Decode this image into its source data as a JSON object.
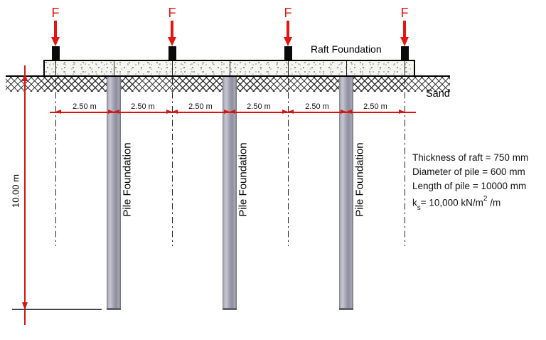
{
  "loads": {
    "labels": [
      "F",
      "F",
      "F",
      "F"
    ]
  },
  "raft": {
    "label": "Raft Foundation"
  },
  "soil": {
    "label": "Sand"
  },
  "piles": {
    "labels": [
      "Pile Foundation",
      "Pile Foundation",
      "Pile Foundation"
    ]
  },
  "dimensions": {
    "spans": [
      "2.50 m",
      "2.50 m",
      "2.50 m",
      "2.50 m",
      "2.50 m",
      "2.50 m"
    ],
    "depth": "10.00 m"
  },
  "notes": {
    "line1": "Thickness of raft = 750 mm",
    "line2": "Diameter of pile = 600 mm",
    "line3": "Length of pile = 10000 mm",
    "line4_prefix": "k",
    "line4_sub": "s",
    "line4_mid": "= 10,000 kN/m",
    "line4_sup": "2",
    "line4_suffix": " /m"
  },
  "colors": {
    "accent_red": "#e4150e",
    "dimension_red": "#d81412",
    "pile_gray": "#9b9cab",
    "line_black": "#000000"
  }
}
